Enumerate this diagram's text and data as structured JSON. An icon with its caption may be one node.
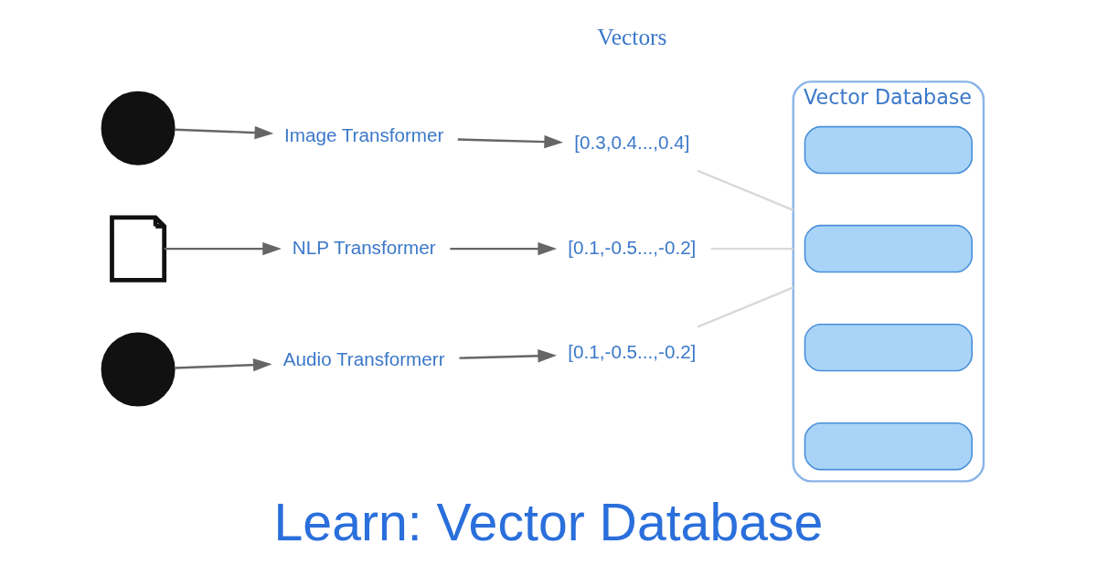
{
  "diagram": {
    "title": "Learn: Vector Database",
    "nodes": [
      {
        "text": [],
        "shape": "circle"
      },
      {
        "text": [
          "Image Transformer"
        ]
      },
      {
        "text": [
          "[0.3,0.4...,0.4]"
        ]
      },
      {
        "text": [],
        "shape": "box"
      },
      {
        "text": [
          "NLP Transformer"
        ]
      },
      {
        "text": [
          "[0.1,-0.5...,-0.2]"
        ]
      },
      {
        "text": [],
        "shape": "circle"
      },
      {
        "text": [
          "Audio Transformerr"
        ]
      },
      {
        "text": [
          "[0.1,-0.5...,-0.2]"
        ]
      },
      {
        "text": [
          "Vector Database"
        ]
      },
      {
        "text": [],
        "shape": "bar",
        "in": 9
      },
      {
        "text": [],
        "shape": "bar",
        "in": 9
      },
      {
        "text": [],
        "shape": "bar",
        "in": 9
      },
      {
        "text": [],
        "shape": "bar",
        "in": 9
      }
    ],
    "edges": [
      {
        "from": 0,
        "to": 1,
        "arrow": "to"
      },
      {
        "from": 1,
        "to": 2,
        "arrow": "to"
      },
      {
        "from": 3,
        "to": 4,
        "arrow": "to"
      },
      {
        "from": 4,
        "to": 5,
        "arrow": "to"
      },
      {
        "from": 6,
        "to": 7,
        "arrow": "to"
      },
      {
        "from": 7,
        "to": 8,
        "arrow": "to"
      },
      {
        "from": 2,
        "to": 9,
        "arrow": "none",
        "color": "#d9d9d9"
      },
      {
        "from": 5,
        "to": 9,
        "arrow": "none",
        "color": "#d9d9d9"
      },
      {
        "from": 8,
        "to": 9,
        "arrow": "none",
        "color": "#d9d9d9"
      }
    ],
    "labels": [
      "Vectors"
    ]
  }
}
